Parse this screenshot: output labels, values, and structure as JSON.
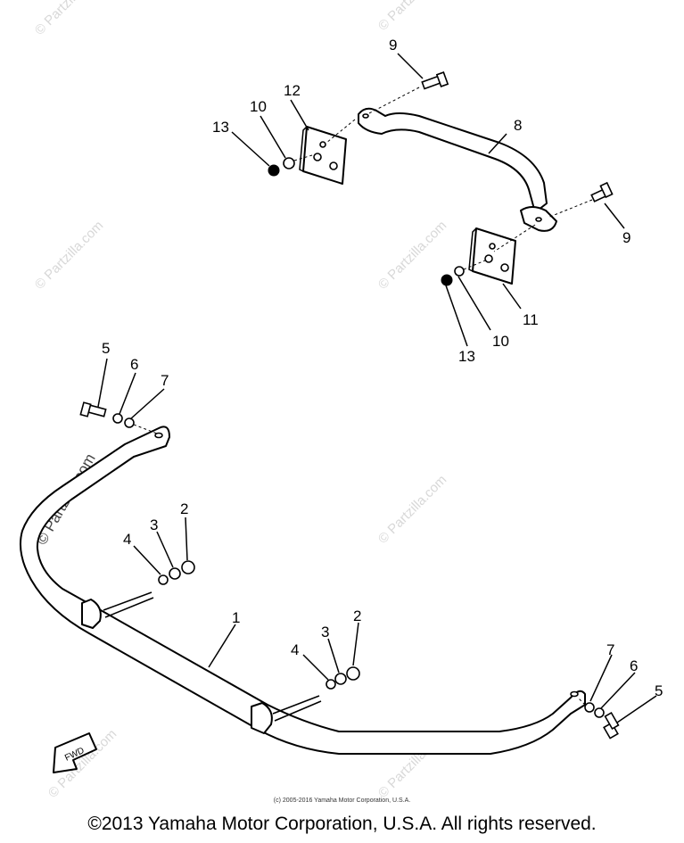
{
  "watermark": "© Partzilla.com",
  "callouts": {
    "c1": "1",
    "c2a": "2",
    "c2b": "2",
    "c3a": "3",
    "c3b": "3",
    "c4a": "4",
    "c4b": "4",
    "c5a": "5",
    "c5b": "5",
    "c6a": "6",
    "c6b": "6",
    "c7a": "7",
    "c7b": "7",
    "c8": "8",
    "c9a": "9",
    "c9b": "9",
    "c10a": "10",
    "c10b": "10",
    "c11": "11",
    "c12": "12",
    "c13a": "13",
    "c13b": "13"
  },
  "fwd_label": "FWD",
  "small_copyright": "(c) 2005-2016 Yamaha Motor Corporation, U.S.A.",
  "main_copyright": "©2013 Yamaha Motor Corporation, U.S.A. All rights reserved."
}
